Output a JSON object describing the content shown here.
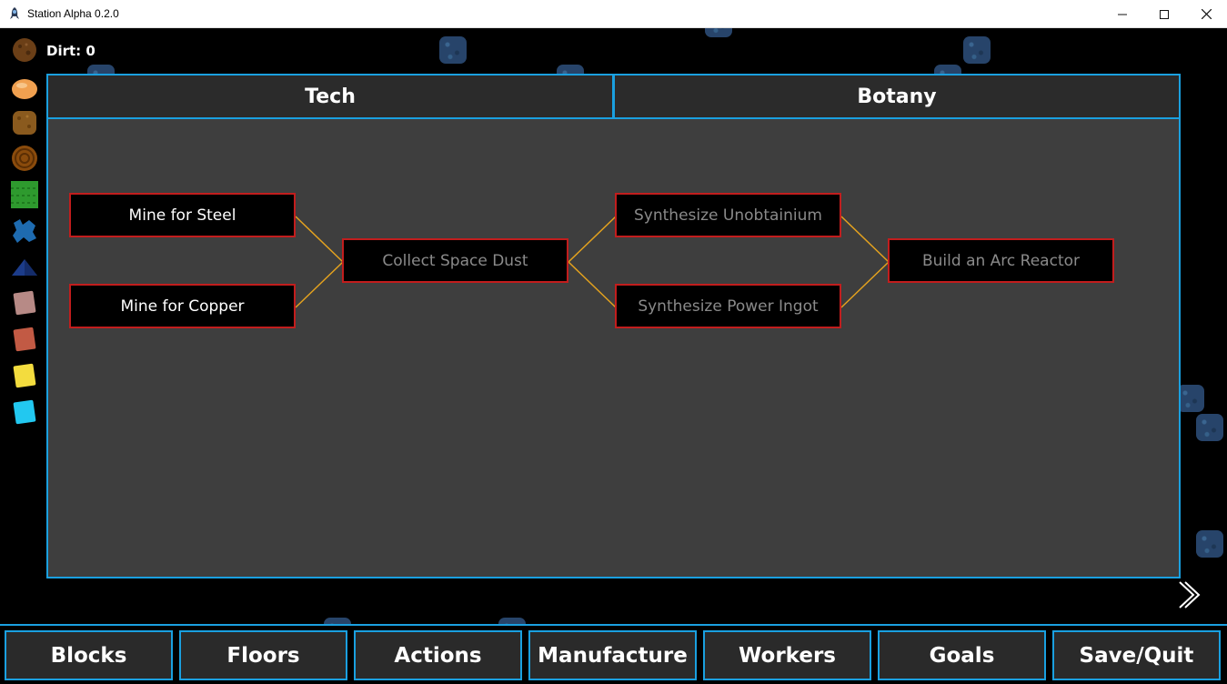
{
  "window": {
    "title": "Station Alpha 0.2.0",
    "minimize": "—",
    "maximize": "☐",
    "close": "✕"
  },
  "hud": {
    "dirt_label": "Dirt: 0"
  },
  "resources": [
    {
      "name": "dirt-resource-icon",
      "color": "#6b3f17"
    },
    {
      "name": "orange-ore-icon",
      "color": "#f0a050"
    },
    {
      "name": "brown-rock-icon",
      "color": "#8a5a1e"
    },
    {
      "name": "wood-ring-icon",
      "color": "#8a4b0c"
    },
    {
      "name": "grass-icon",
      "color": "#2e9a2e"
    },
    {
      "name": "blue-crystal-icon",
      "color": "#1e6bb0"
    },
    {
      "name": "blue-pyramid-icon",
      "color": "#1c3c8a"
    },
    {
      "name": "pink-block-icon",
      "color": "#b78a86"
    },
    {
      "name": "red-block-icon",
      "color": "#c25a44"
    },
    {
      "name": "yellow-block-icon",
      "color": "#f3dc3e"
    },
    {
      "name": "cyan-block-icon",
      "color": "#22c8f0"
    }
  ],
  "tabs": [
    {
      "label": "Tech"
    },
    {
      "label": "Botany"
    }
  ],
  "research_tree": {
    "line_color": "#e4a21e",
    "nodes": [
      {
        "label": "Mine for Steel",
        "state": "unlocked"
      },
      {
        "label": "Mine for Copper",
        "state": "unlocked"
      },
      {
        "label": "Collect Space Dust",
        "state": "locked"
      },
      {
        "label": "Synthesize Unobtainium",
        "state": "locked"
      },
      {
        "label": "Synthesize Power Ingot",
        "state": "locked"
      },
      {
        "label": "Build an Arc Reactor",
        "state": "locked"
      }
    ]
  },
  "toolbar": {
    "buttons": [
      {
        "label": "Blocks"
      },
      {
        "label": "Floors"
      },
      {
        "label": "Actions"
      },
      {
        "label": "Manufacture"
      },
      {
        "label": "Workers"
      },
      {
        "label": "Goals"
      },
      {
        "label": "Save/Quit"
      }
    ]
  },
  "colors": {
    "accent": "#1aa0e0",
    "node_border": "#c21d1d",
    "panel_bg": "#3e3e3e"
  }
}
